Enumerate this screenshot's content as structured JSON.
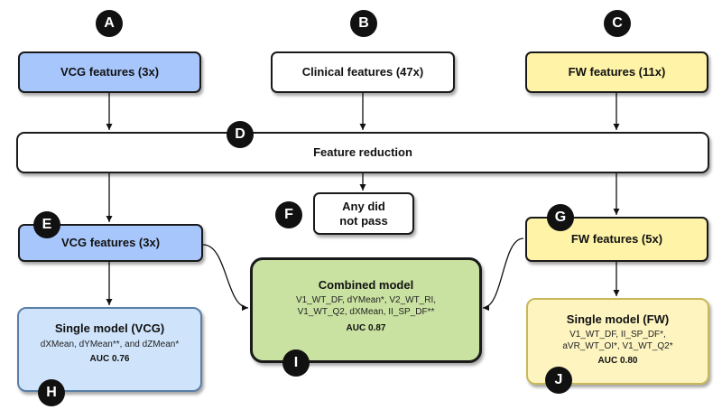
{
  "colors": {
    "vcg": "#a7c6fb",
    "vcg_model": "#cfe4fb",
    "fw": "#fef3a6",
    "fw_model": "#fdf4c0",
    "combined": "#c9e2a2",
    "white": "#ffffff"
  },
  "nodes": {
    "vcg_features_top": {
      "label": "VCG features (3x)"
    },
    "clinical_features": {
      "label": "Clinical features (47x)"
    },
    "fw_features_top": {
      "label": "FW features (11x)"
    },
    "feature_reduction": {
      "label": "Feature reduction"
    },
    "any_did_not_pass": {
      "line1": "Any did",
      "line2": "not pass"
    },
    "vcg_features_mid": {
      "label": "VCG features (3x)"
    },
    "fw_features_mid": {
      "label": "FW features (5x)"
    },
    "combined_model": {
      "title": "Combined model",
      "line1": "V1_WT_DF, dYMean*, V2_WT_RI,",
      "line2": "V1_WT_Q2, dXMean, II_SP_DF**",
      "auc": "AUC 0.87"
    },
    "single_model_vcg": {
      "title": "Single model (VCG)",
      "line1": "dXMean, dYMean**, and dZMean*",
      "auc": "AUC 0.76"
    },
    "single_model_fw": {
      "title": "Single model (FW)",
      "line1": "V1_WT_DF, II_SP_DF*,",
      "line2": "aVR_WT_OI*, V1_WT_Q2*",
      "auc": "AUC 0.80"
    }
  },
  "badges": [
    "A",
    "B",
    "C",
    "D",
    "E",
    "F",
    "G",
    "H",
    "I",
    "J"
  ]
}
